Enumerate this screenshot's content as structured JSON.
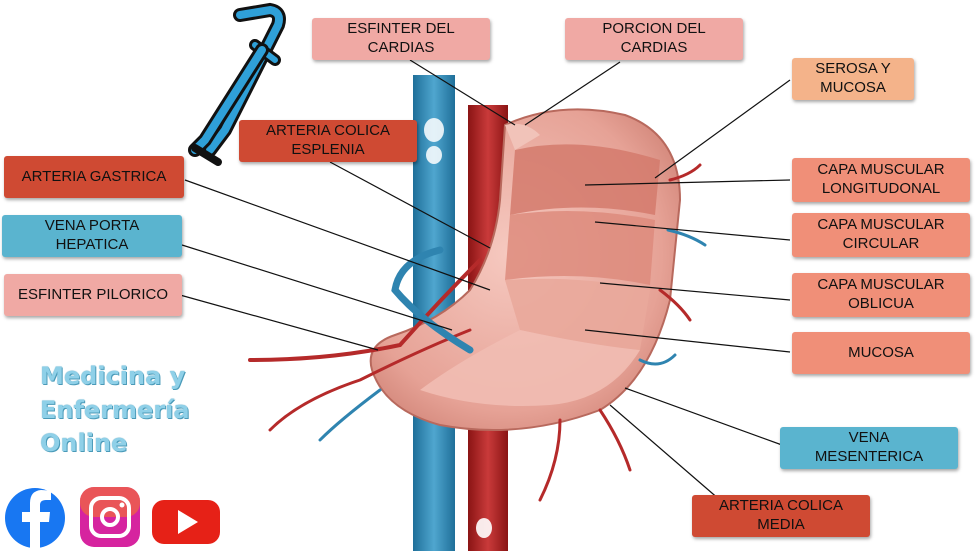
{
  "labels": {
    "esfinter_cardias": "ESFINTER DEL\nCARDIAS",
    "porcion_cardias": "PORCION DEL\nCARDIAS",
    "serosa_mucosa": "SEROSA Y\nMUCOSA",
    "arteria_colica_esplenia": "ARTERIA COLICA\nESPLENIA",
    "arteria_gastrica": "ARTERIA GASTRICA",
    "capa_longitudinal": "CAPA MUSCULAR\nLONGITUDONAL",
    "vena_porta": "VENA PORTA\nHEPATICA",
    "capa_circular": "CAPA MUSCULAR\nCIRCULAR",
    "esfinter_pilorico": "ESFINTER PILORICO",
    "capa_oblicua": "CAPA MUSCULAR\nOBLICUA",
    "mucosa": "MUCOSA",
    "vena_mesenterica": "VENA\nMESENTERICA",
    "arteria_colica_media": "ARTERIA COLICA\nMEDIA"
  },
  "brand": {
    "line1": "Medicina y",
    "line2": "Enfermería",
    "line3": "Online"
  },
  "social": [
    "facebook-icon",
    "instagram-icon",
    "youtube-icon"
  ],
  "colors": {
    "artery": "#b52a2a",
    "vein": "#2f84b0",
    "stomach": "#e8a59c",
    "muscle": "#d9877b"
  }
}
